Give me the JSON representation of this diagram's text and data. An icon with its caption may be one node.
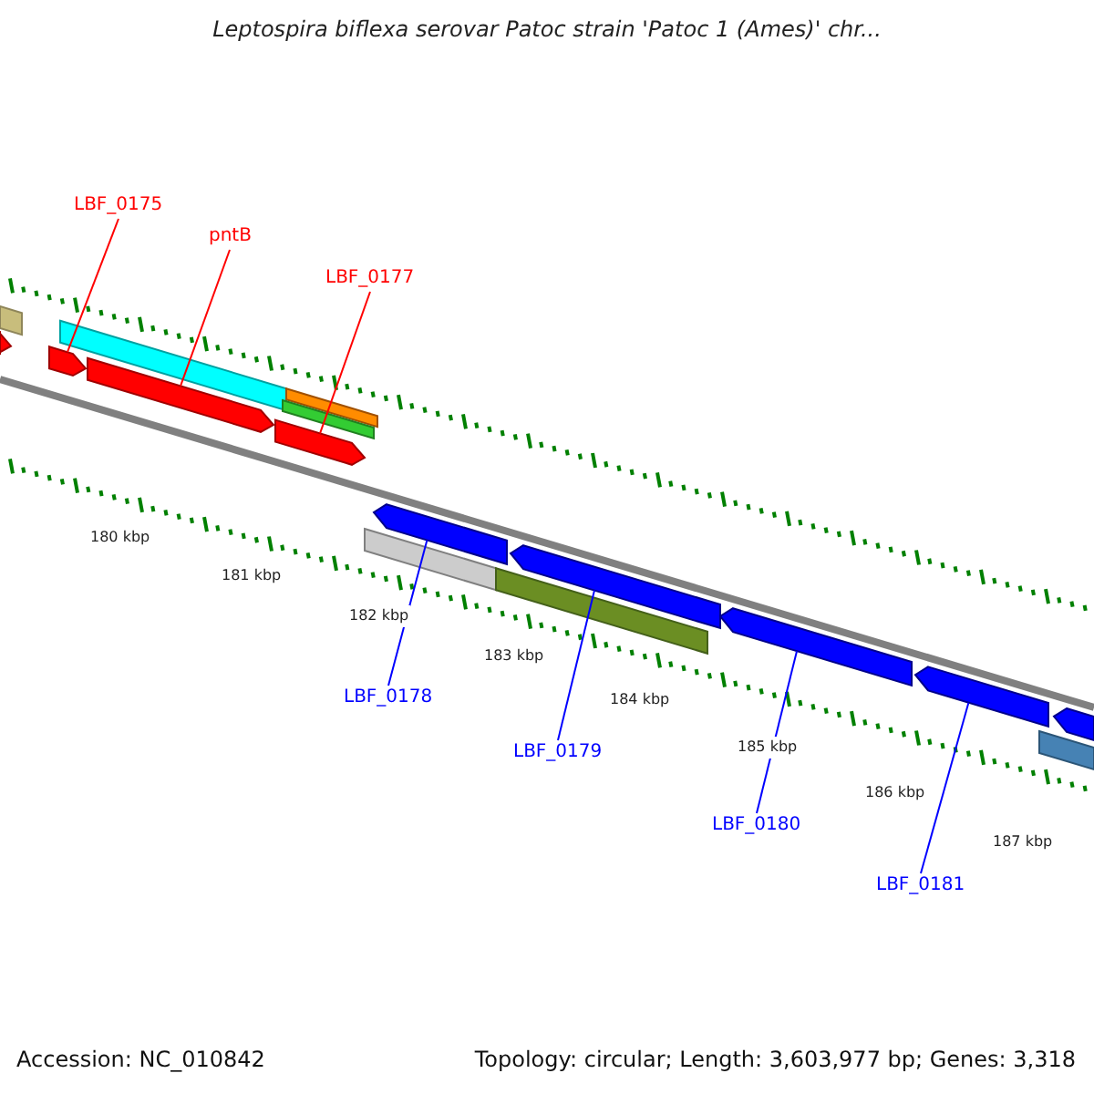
{
  "diagram": {
    "title": "Leptospira biflexa serovar Patoc strain 'Patoc 1 (Ames)' chr...",
    "nodes": [
      {
        "text": [
          "LBF_0175"
        ]
      },
      {
        "text": [
          "pntB"
        ]
      },
      {
        "text": [
          "LBF_0177"
        ]
      },
      {
        "text": [],
        "shape": "bar"
      },
      {
        "text": [],
        "shape": "bar"
      },
      {
        "text": [],
        "shape": "bar"
      },
      {
        "text": [
          "LBF_0178"
        ]
      },
      {
        "text": [
          "LBF_0179"
        ]
      },
      {
        "text": [
          "LBF_0180"
        ]
      },
      {
        "text": [
          "LBF_0181"
        ]
      },
      {
        "text": [],
        "shape": "bar"
      },
      {
        "text": [],
        "shape": "bar"
      },
      {
        "text": [],
        "shape": "bar"
      },
      {
        "text": [],
        "shape": "bar"
      },
      {
        "text": [],
        "shape": "bar"
      },
      {
        "text": [],
        "shape": "bar"
      },
      {
        "text": [],
        "shape": "bar"
      },
      {
        "text": [],
        "shape": "bar"
      },
      {
        "text": [],
        "shape": "bar"
      },
      {
        "text": [],
        "shape": "bar"
      },
      {
        "text": [],
        "shape": "bar"
      },
      {
        "text": [],
        "shape": "bar"
      },
      {
        "text": [],
        "shape": "bar"
      }
    ],
    "edges": [
      {
        "from": 0,
        "to": 3,
        "arrow": "none",
        "color": "#ff0000"
      },
      {
        "from": 1,
        "to": 4,
        "arrow": "none",
        "color": "#ff0000"
      },
      {
        "from": 2,
        "to": 5,
        "arrow": "none",
        "color": "#ff0000"
      },
      {
        "from": 6,
        "to": 10,
        "arrow": "none"
      },
      {
        "from": 7,
        "to": 11,
        "arrow": "none"
      },
      {
        "from": 8,
        "to": 12,
        "arrow": "none"
      },
      {
        "from": 9,
        "to": 13,
        "arrow": "none"
      }
    ],
    "labels": [
      "180 kbp",
      "181 kbp",
      "182 kbp",
      "183 kbp",
      "184 kbp",
      "185 kbp",
      "186 kbp",
      "187 kbp",
      "Accession: NC_010842",
      "Topology: circular; Length: 3,603,977 bp; Genes: 3,318"
    ]
  }
}
